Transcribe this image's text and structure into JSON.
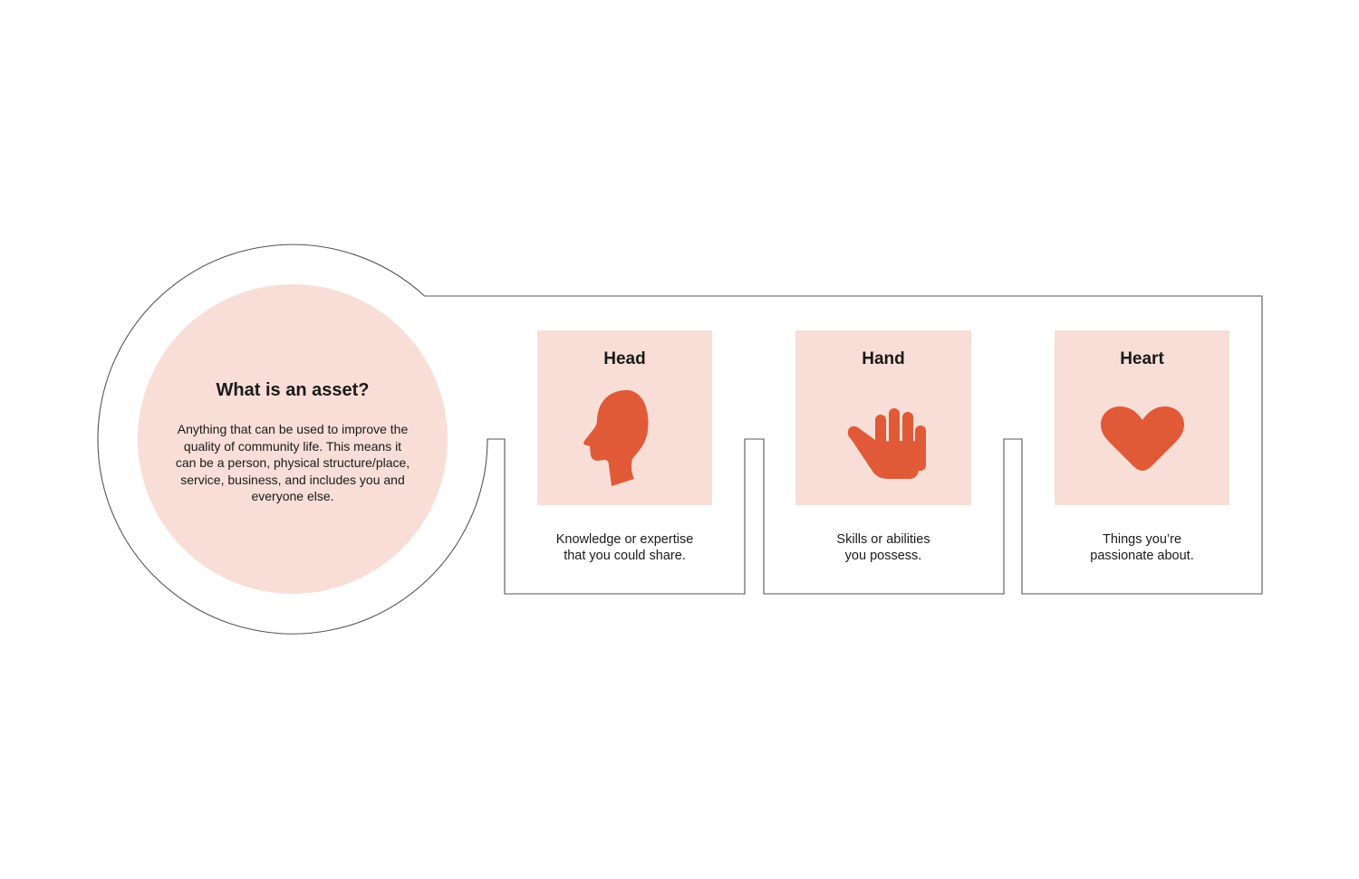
{
  "intro": {
    "title": "What is an asset?",
    "body": "Anything that can be used to improve the quality of community life. This means it can be a person, physical structure/place, service, business, and includes you and everyone else."
  },
  "cards": [
    {
      "title": "Head",
      "icon": "head-profile-icon",
      "caption_line1": "Knowledge or expertise",
      "caption_line2": "that you could share."
    },
    {
      "title": "Hand",
      "icon": "raised-hand-icon",
      "caption_line1": "Skills or abilities",
      "caption_line2": "you possess."
    },
    {
      "title": "Heart",
      "icon": "heart-icon",
      "caption_line1": "Things you’re",
      "caption_line2": "passionate about."
    }
  ],
  "colors": {
    "tile_background": "#f8ded6",
    "icon_fill": "#e05a38",
    "outline": "#555555",
    "text": "#1a1a1a"
  }
}
